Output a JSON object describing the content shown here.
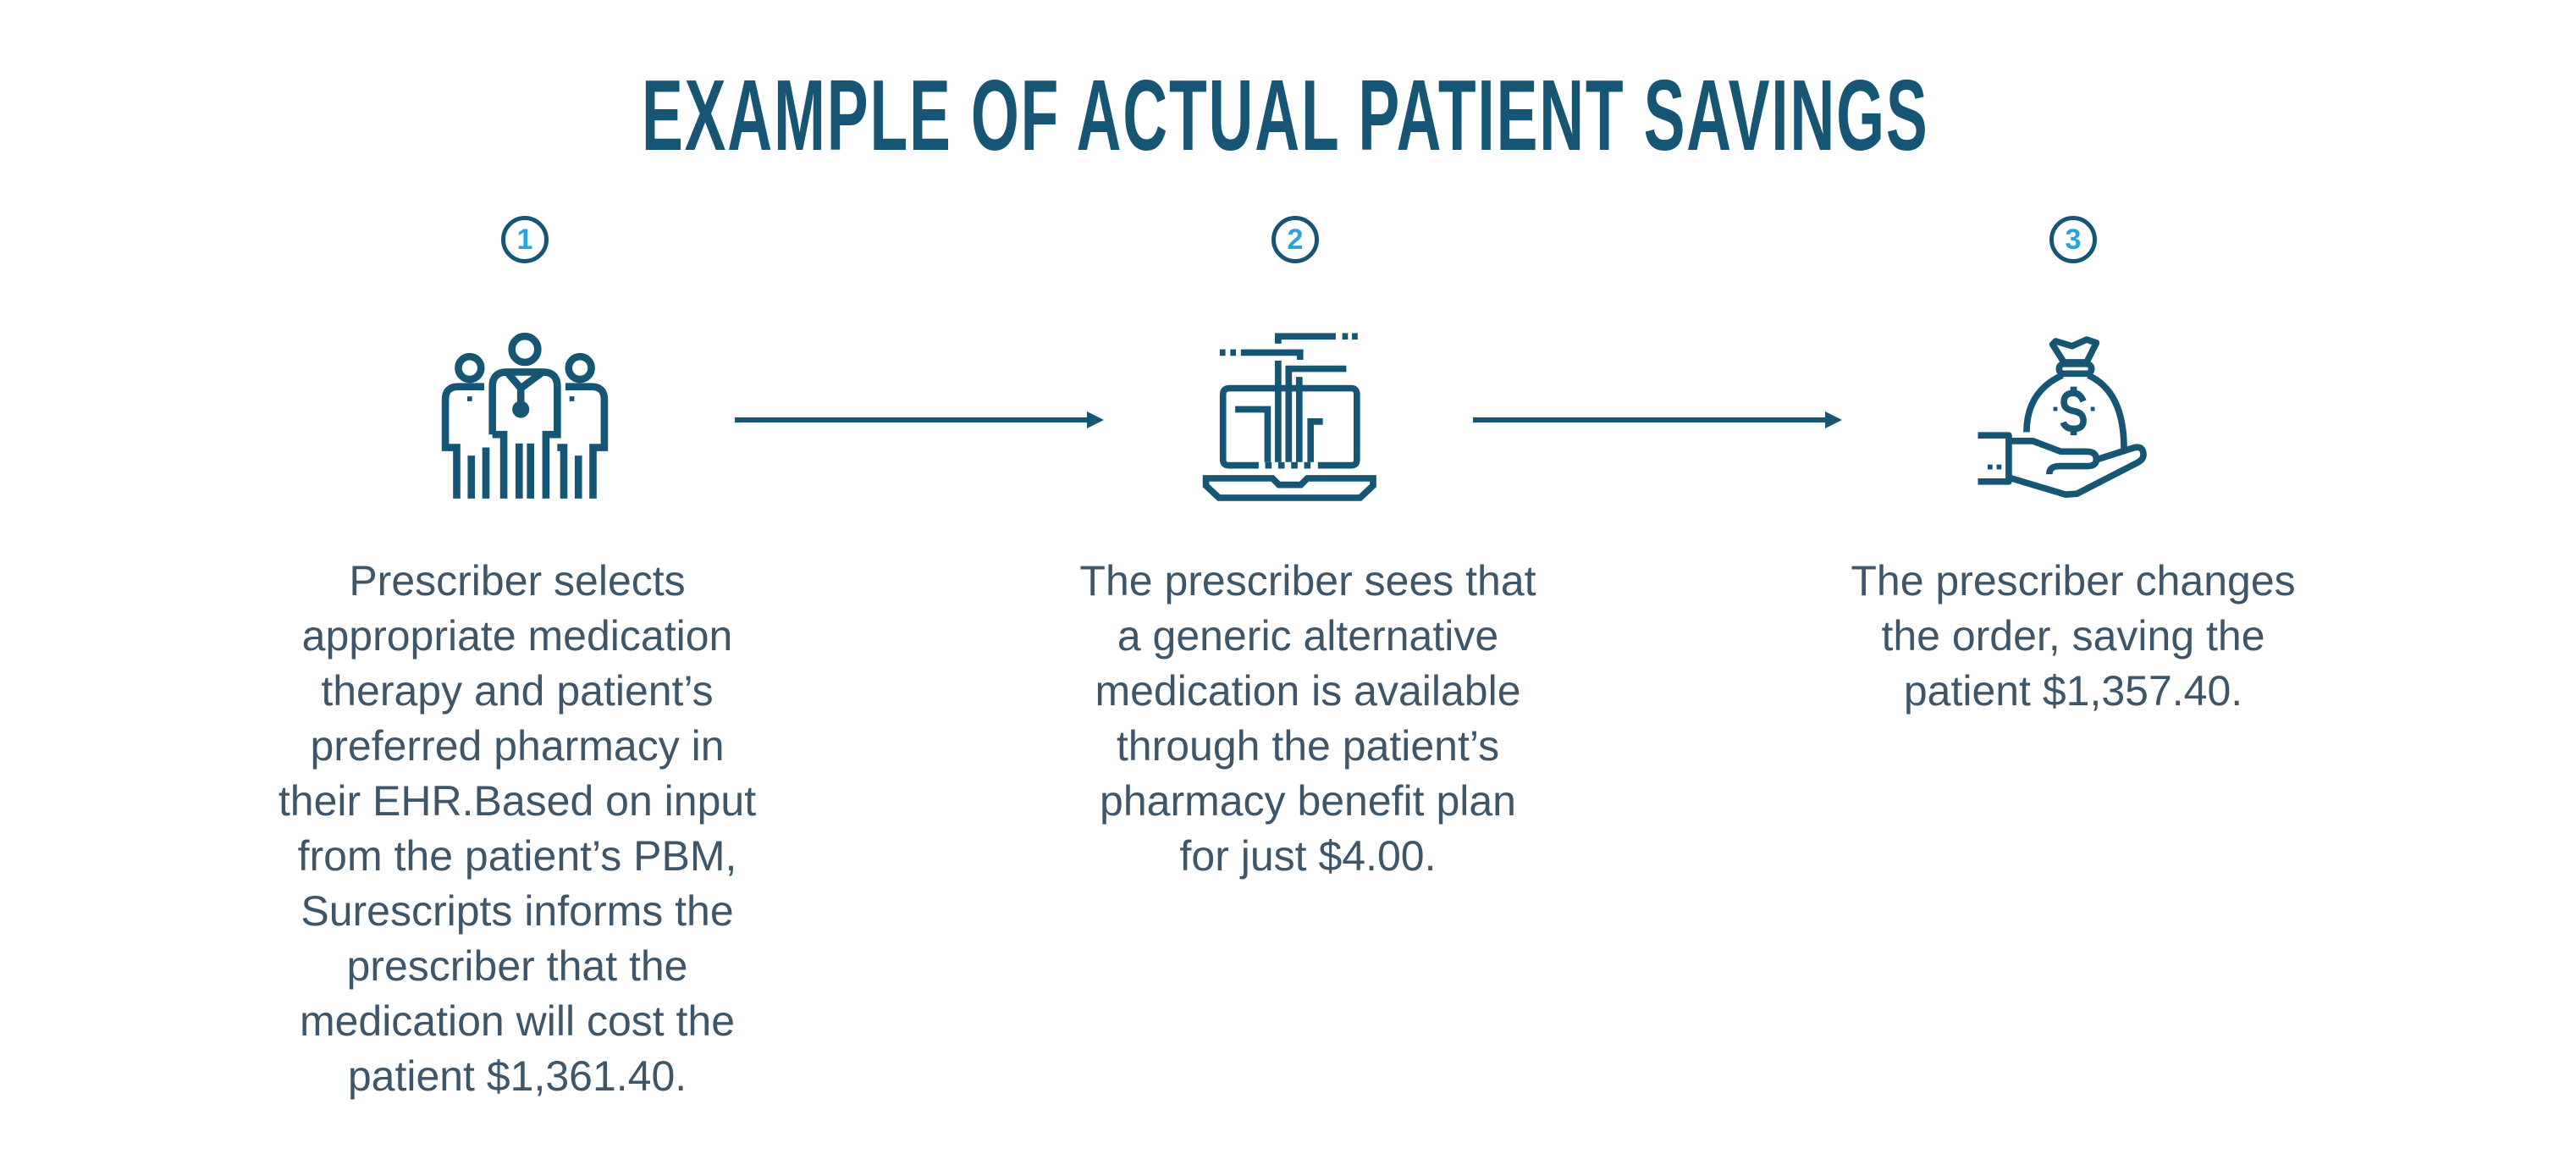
{
  "title": "EXAMPLE OF ACTUAL PATIENT SAVINGS",
  "colors": {
    "title": "#175574",
    "icon": "#175574",
    "step_number": "#2aa3d9",
    "body_text": "#3f5568",
    "background": "#ffffff"
  },
  "steps": [
    {
      "number": "1",
      "icon": "medical-team-icon",
      "lines": [
        "Prescriber selects",
        "appropriate medication",
        "therapy and patient’s",
        "preferred pharmacy in",
        "their EHR.Based on input",
        "from the patient’s PBM,",
        "Surescripts informs the",
        "prescriber that the",
        "medication will cost the",
        "patient $1,361.40."
      ]
    },
    {
      "number": "2",
      "icon": "laptop-data-icon",
      "lines": [
        "The prescriber sees that",
        "a generic alternative",
        "medication is available",
        "through the patient’s",
        "pharmacy benefit plan",
        "for just $4.00."
      ]
    },
    {
      "number": "3",
      "icon": "money-bag-hand-icon",
      "lines": [
        "The prescriber changes",
        "the order, saving the",
        "patient $1,357.40."
      ]
    }
  ],
  "connectors": [
    {
      "from": "1",
      "to": "2",
      "icon": "arrow-right-icon"
    },
    {
      "from": "2",
      "to": "3",
      "icon": "arrow-right-icon"
    }
  ]
}
